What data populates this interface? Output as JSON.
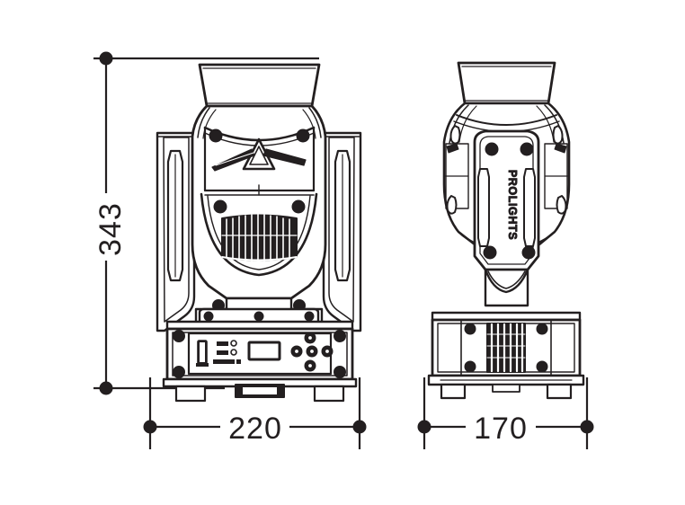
{
  "drawing": {
    "title": "PROLIGHTS moving head fixture dimensional drawing",
    "background_color": "#ffffff",
    "line_color": "#231f20",
    "fill_color": "#ffffff"
  },
  "dimensions": {
    "height": {
      "value": "343",
      "unit": "mm",
      "orientation": "vertical",
      "view": "front"
    },
    "width_front": {
      "value": "220",
      "unit": "mm",
      "orientation": "horizontal",
      "view": "front"
    },
    "width_side": {
      "value": "170",
      "unit": "mm",
      "orientation": "horizontal",
      "view": "side"
    }
  },
  "views": {
    "front": {
      "name": "front-view",
      "brand_label": "",
      "control_panel": {
        "name": "control-panel",
        "elements": [
          "usb-port",
          "connector-1",
          "connector-2",
          "connector-3",
          "lcd-display",
          "button-up",
          "button-left",
          "button-enter",
          "button-right",
          "button-down"
        ]
      }
    },
    "side": {
      "name": "side-view",
      "brand_label": "PROLIGHTS"
    }
  }
}
